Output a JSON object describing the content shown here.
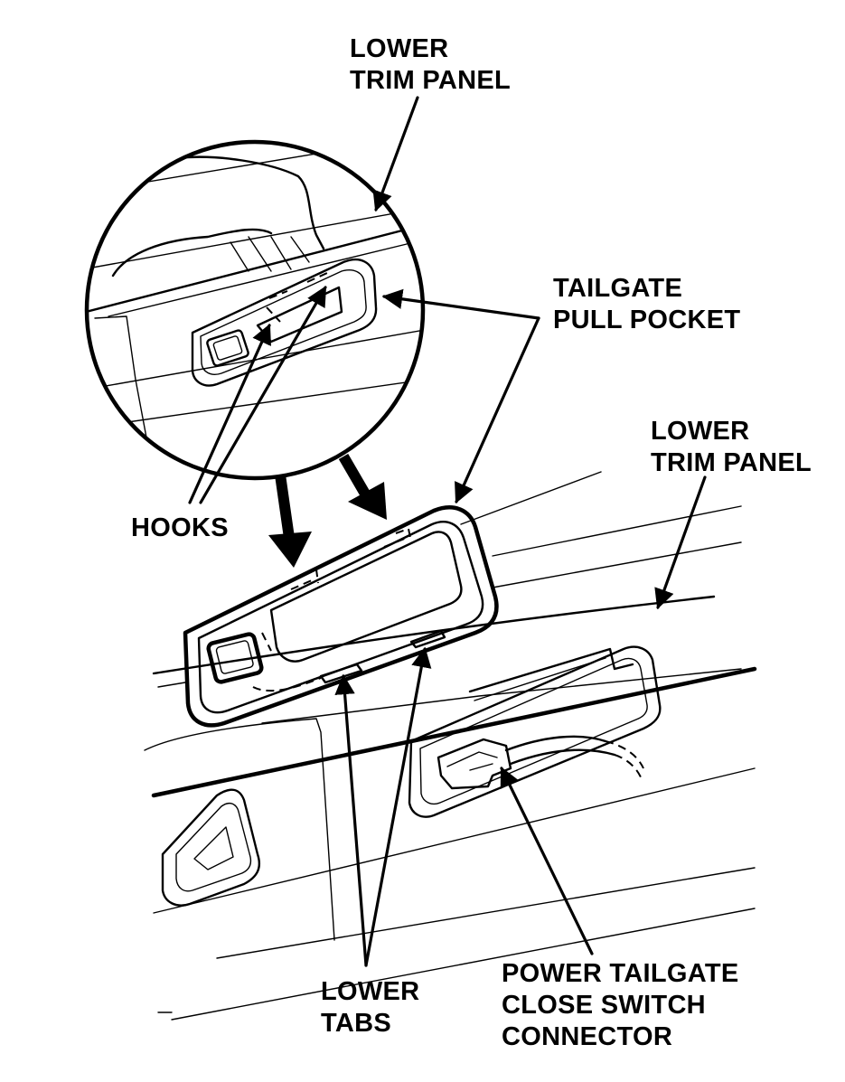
{
  "labels": {
    "lower_trim_panel_top_1": "LOWER",
    "lower_trim_panel_top_2": "TRIM PANEL",
    "tailgate_pull_pocket_1": "TAILGATE",
    "tailgate_pull_pocket_2": "PULL POCKET",
    "lower_trim_panel_right_1": "LOWER",
    "lower_trim_panel_right_2": "TRIM PANEL",
    "hooks": "HOOKS",
    "lower_tabs_1": "LOWER",
    "lower_tabs_2": "TABS",
    "connector_1": "POWER TAILGATE",
    "connector_2": "CLOSE SWITCH",
    "connector_3": "CONNECTOR"
  }
}
